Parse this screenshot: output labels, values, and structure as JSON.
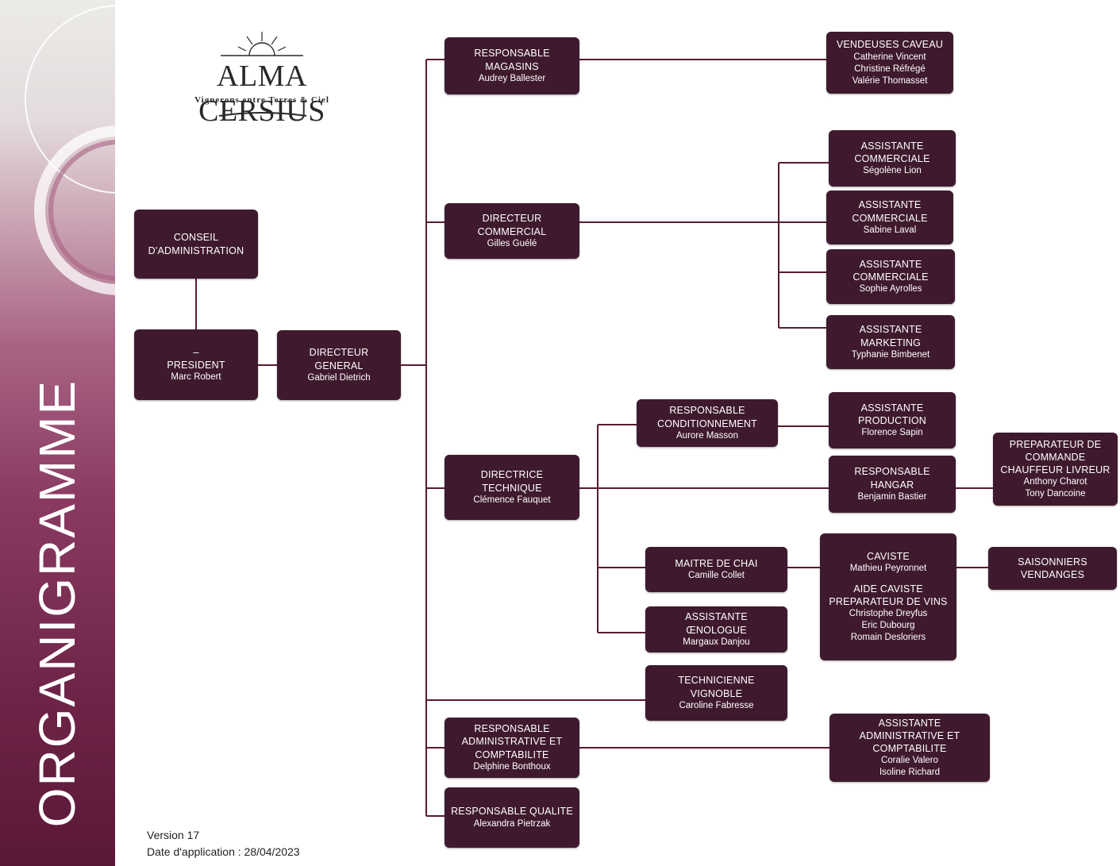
{
  "sidebar": {
    "title": "ORGANIGRAMME"
  },
  "logo": {
    "name": "ALMA CERSIUS",
    "tagline": "Vignerons entre Terres & Ciel"
  },
  "boxes": {
    "conseil": {
      "title": [
        "CONSEIL",
        "D'ADMINISTRATION"
      ]
    },
    "president": {
      "title": [
        "–",
        "PRESIDENT"
      ],
      "names": [
        "Marc Robert"
      ]
    },
    "directeur_general": {
      "title": [
        "DIRECTEUR",
        "GENERAL"
      ],
      "names": [
        "Gabriel Dietrich"
      ]
    },
    "resp_magasins": {
      "title": [
        "RESPONSABLE",
        "MAGASINS"
      ],
      "names": [
        "Audrey Ballester"
      ]
    },
    "vendeuses_caveau": {
      "title": [
        "VENDEUSES CAVEAU"
      ],
      "names": [
        "Catherine Vincent",
        "Christine Réfrégé",
        "Valérie Thomasset"
      ]
    },
    "dir_commercial": {
      "title": [
        "DIRECTEUR",
        "COMMERCIAL"
      ],
      "names": [
        "Gilles Guélé"
      ]
    },
    "asst_comm_1": {
      "title": [
        "ASSISTANTE",
        "COMMERCIALE"
      ],
      "names": [
        "Ségolène Lion"
      ]
    },
    "asst_comm_2": {
      "title": [
        "ASSISTANTE",
        "COMMERCIALE"
      ],
      "names": [
        "Sabine Laval"
      ]
    },
    "asst_comm_3": {
      "title": [
        "ASSISTANTE",
        "COMMERCIALE"
      ],
      "names": [
        "Sophie Ayrolles"
      ]
    },
    "asst_marketing": {
      "title": [
        "ASSISTANTE",
        "MARKETING"
      ],
      "names": [
        "Typhanie Bimbenet"
      ]
    },
    "resp_conditionnement": {
      "title": [
        "RESPONSABLE",
        "CONDITIONNEMENT"
      ],
      "names": [
        "Aurore Masson"
      ]
    },
    "asst_production": {
      "title": [
        "ASSISTANTE",
        "PRODUCTION"
      ],
      "names": [
        "Florence Sapin"
      ]
    },
    "dir_technique": {
      "title": [
        "DIRECTRICE",
        "TECHNIQUE"
      ],
      "names": [
        "Clémence Fauquet"
      ]
    },
    "resp_hangar": {
      "title": [
        "RESPONSABLE",
        "HANGAR"
      ],
      "names": [
        "Benjamin Bastier"
      ]
    },
    "preparateur": {
      "title": [
        "PREPARATEUR DE",
        "COMMANDE",
        "CHAUFFEUR LIVREUR"
      ],
      "names": [
        "Anthony Charot",
        "Tony Dancoine"
      ]
    },
    "maitre_chai": {
      "title": [
        "MAITRE DE CHAI"
      ],
      "names": [
        "Camille Collet"
      ]
    },
    "caviste": {
      "title": [
        "CAVISTE"
      ],
      "names": [
        "Mathieu Peyronnet"
      ],
      "title2": [
        "AIDE CAVISTE",
        "PREPARATEUR DE VINS"
      ],
      "names2": [
        "Christophe Dreyfus",
        "Eric Dubourg",
        "Romain Desloriers"
      ]
    },
    "saisonniers": {
      "title": [
        "SAISONNIERS",
        "VENDANGES"
      ]
    },
    "asst_oenologue": {
      "title": [
        "ASSISTANTE",
        "ŒNOLOGUE"
      ],
      "names": [
        "Margaux Danjou"
      ]
    },
    "tech_vignoble": {
      "title": [
        "TECHNICIENNE",
        "VIGNOBLE"
      ],
      "names": [
        "Caroline Fabresse"
      ]
    },
    "resp_admin": {
      "title": [
        "RESPONSABLE",
        "ADMINISTRATIVE ET",
        "COMPTABILITE"
      ],
      "names": [
        "Delphine Bonthoux"
      ]
    },
    "asst_admin": {
      "title": [
        "ASSISTANTE",
        "ADMINISTRATIVE ET",
        "COMPTABILITE"
      ],
      "names": [
        "Coralie Valero",
        "Isoline Richard"
      ]
    },
    "resp_qualite": {
      "title": [
        "RESPONSABLE QUALITE"
      ],
      "names": [
        "Alexandra Pietrzak"
      ]
    }
  },
  "footer": {
    "version": "Version 17",
    "date": "Date d'application : 28/04/2023"
  },
  "colors": {
    "box": "#3f1a2e",
    "line": "#5a1a30",
    "sidebar_dark": "#5a1838"
  }
}
